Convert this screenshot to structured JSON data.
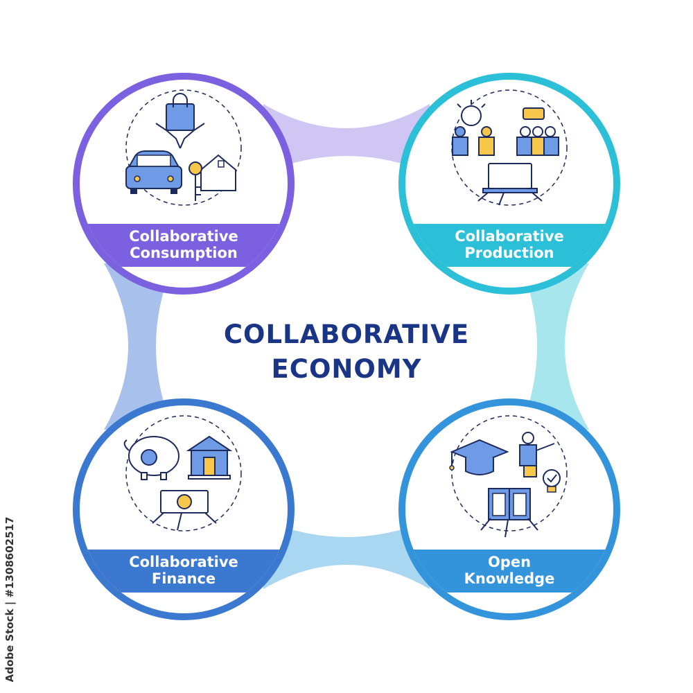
{
  "title": {
    "line1": "COLLABORATIVE",
    "line2": "ECONOMY"
  },
  "nodes": [
    {
      "id": "consumption",
      "line1": "Collaborative",
      "line2": "Consumption",
      "color": "#7b61e0"
    },
    {
      "id": "production",
      "line1": "Collaborative",
      "line2": "Production",
      "color": "#2bbfd8"
    },
    {
      "id": "finance",
      "line1": "Collaborative",
      "line2": "Finance",
      "color": "#3a79cf"
    },
    {
      "id": "knowledge",
      "line1": "Open",
      "line2": "Knowledge",
      "color": "#3394db"
    }
  ],
  "colors": {
    "icon_fill": "#6f9be6",
    "icon_accent": "#f6c74a",
    "icon_stroke": "#1d2a5c",
    "title": "#1a3486"
  },
  "stock_id": "Adobe Stock | #1308602517"
}
